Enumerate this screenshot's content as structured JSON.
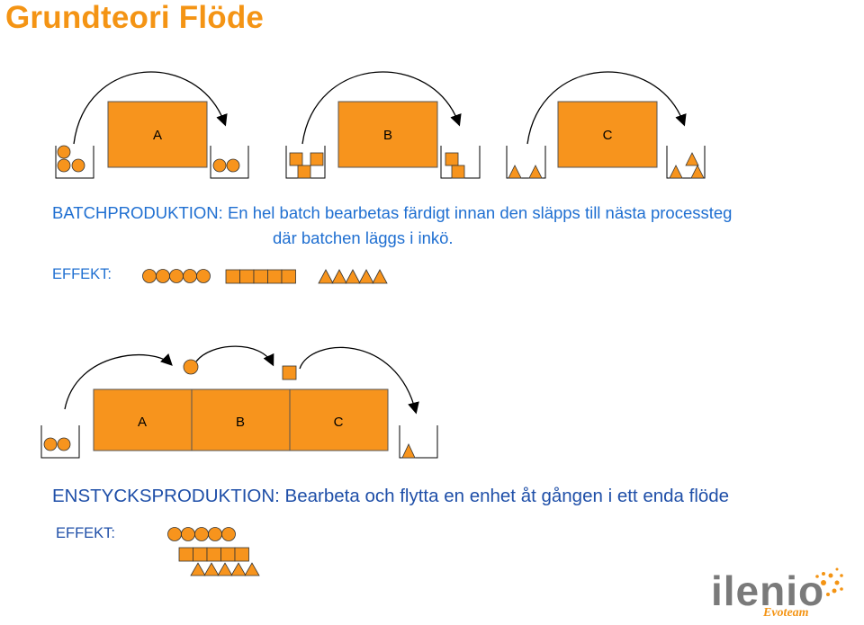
{
  "title": "Grundteori Flöde",
  "batch": {
    "line1": "BATCHPRODUKTION: En hel batch bearbetas färdigt innan den släpps till nästa processteg",
    "line2": "där batchen läggs i inkö.",
    "effect_label": "EFFEKT:",
    "process_labels": [
      "A",
      "B",
      "C"
    ]
  },
  "single": {
    "line": "ENSTYCKSPRODUKTION: Bearbeta och flytta en enhet åt gången i ett enda flöde",
    "effect_label": "EFFEKT:",
    "process_labels": [
      "A",
      "B",
      "C"
    ]
  },
  "logo": {
    "name": "ilenio",
    "sub": "Evoteam"
  },
  "colors": {
    "accent": "#f49414",
    "box_fill": "#f7941d",
    "text_blue": "#1f6fd1",
    "stroke": "#000000"
  }
}
